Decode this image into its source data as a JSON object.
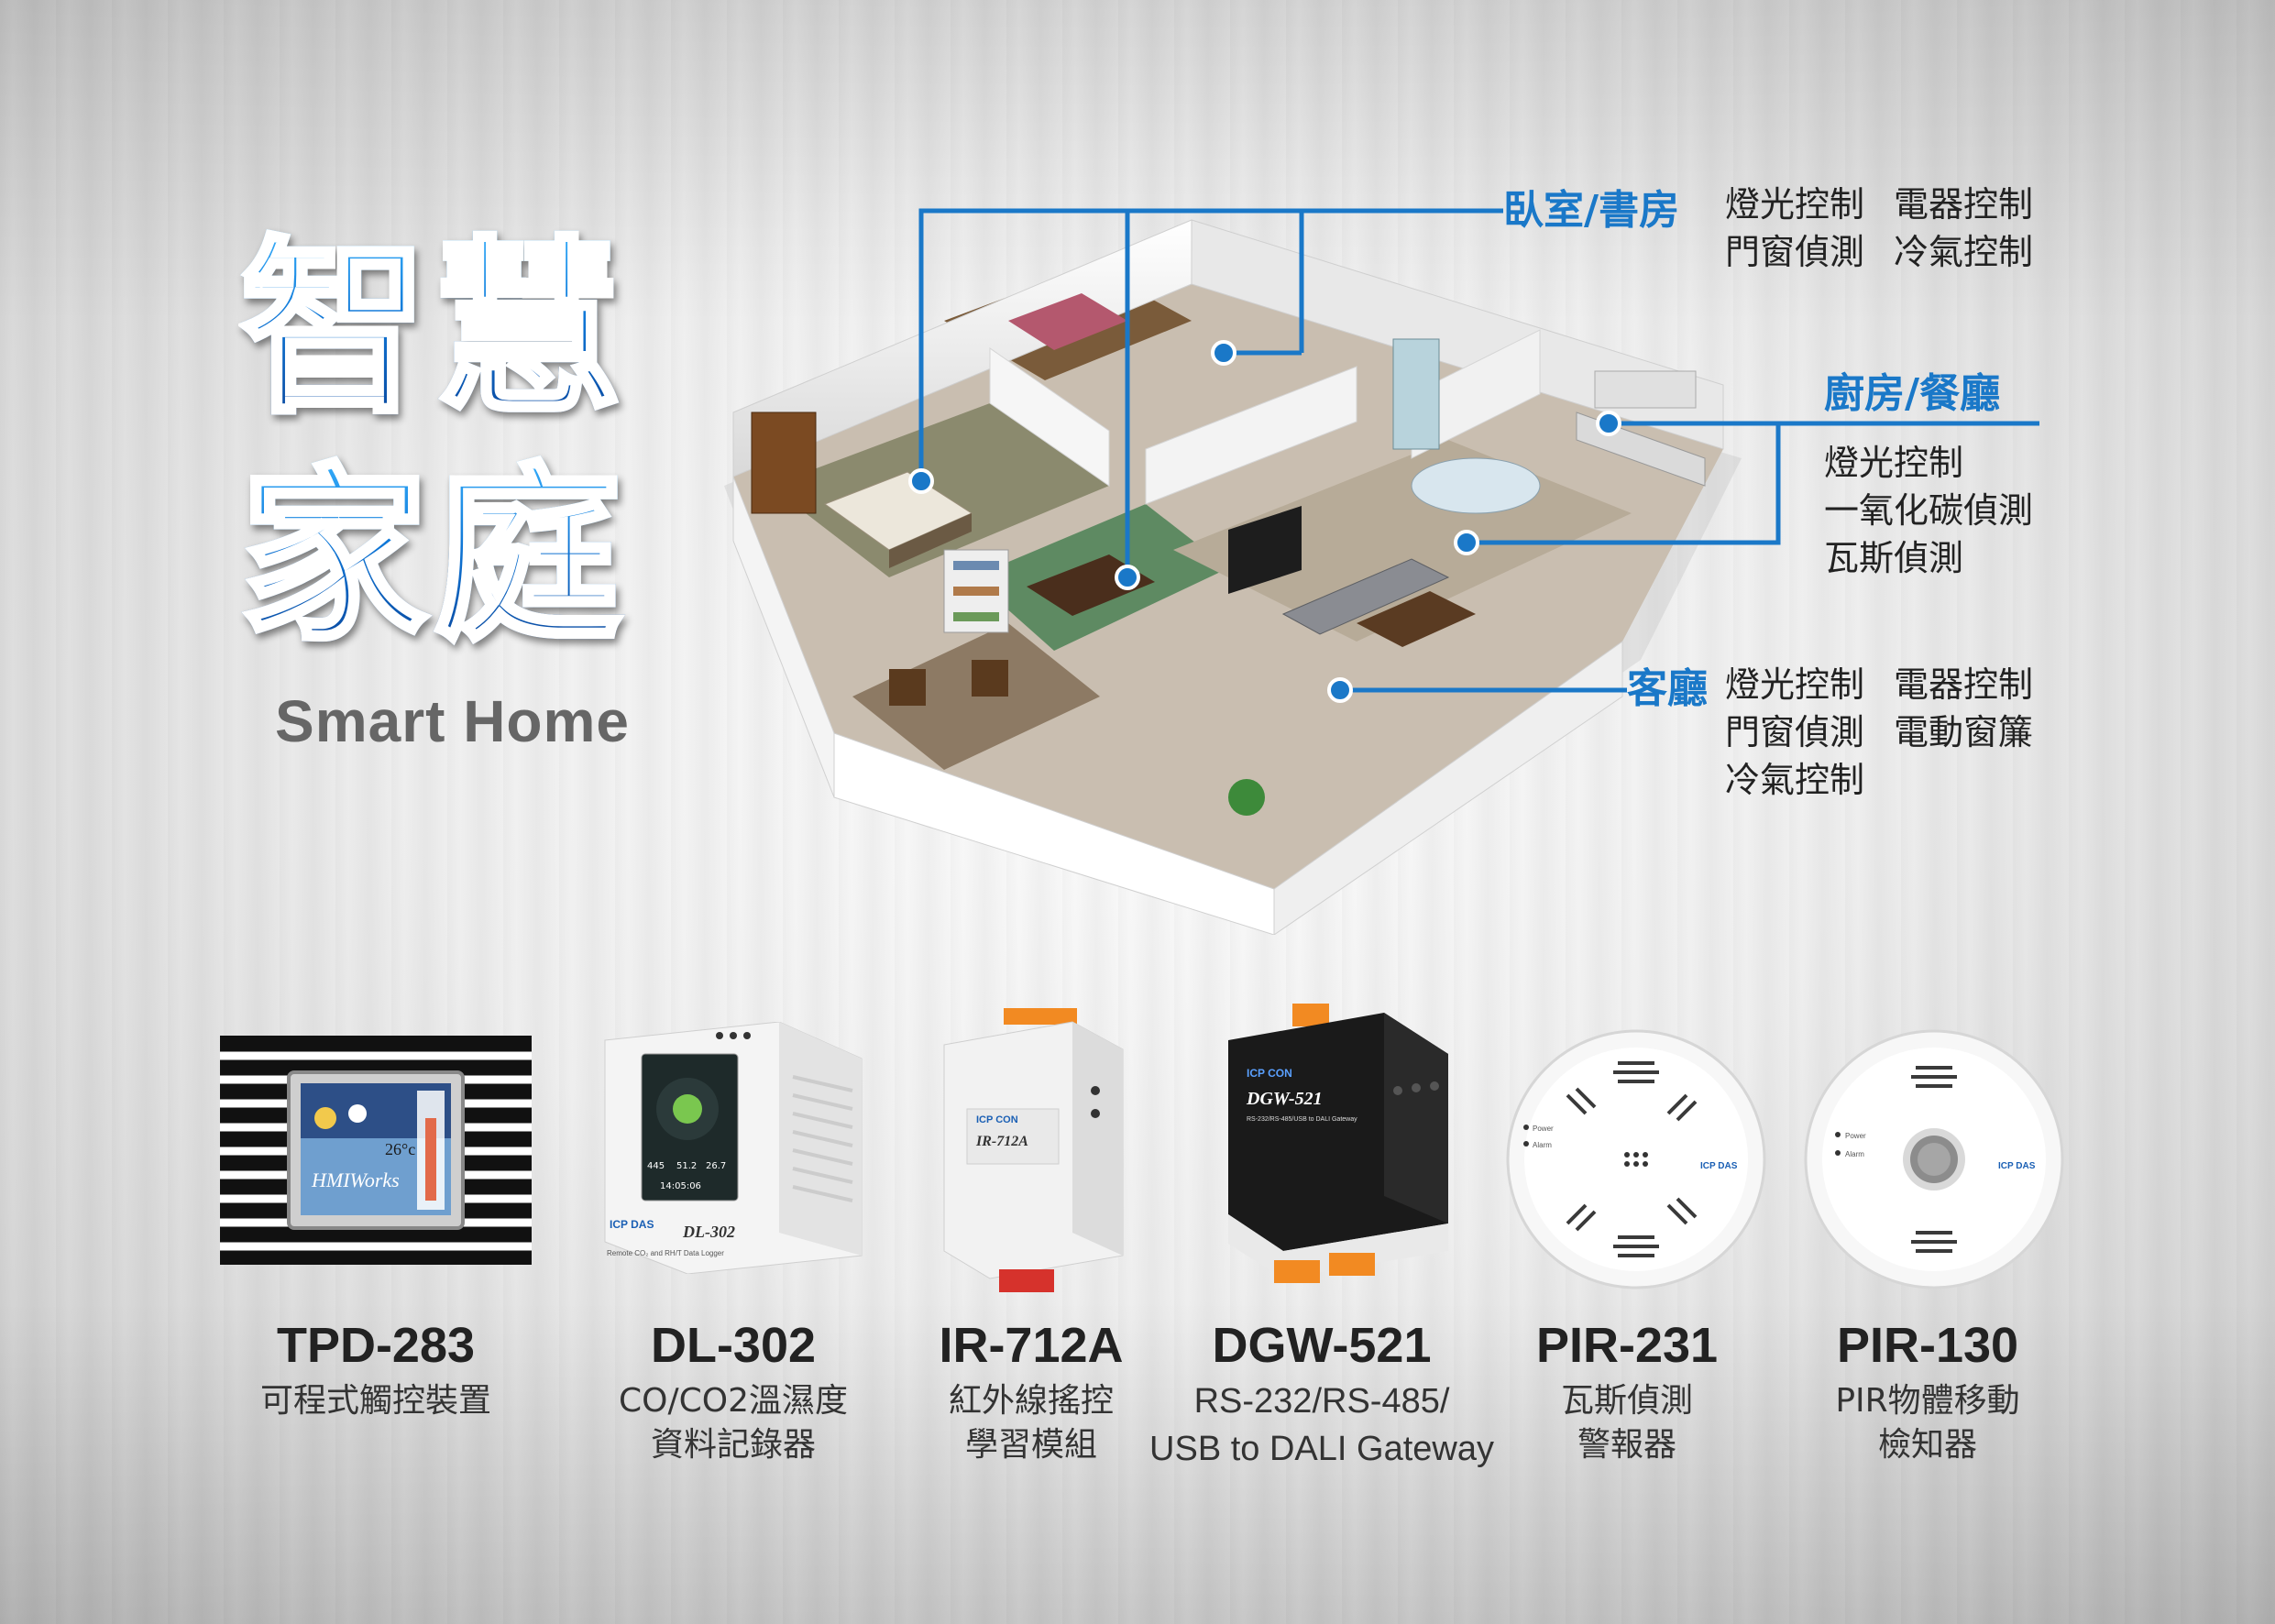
{
  "title": {
    "line1": "智慧",
    "line2": "家庭",
    "subtitle": "Smart Home"
  },
  "zones": [
    {
      "name": "臥室/書房",
      "features": [
        "燈光控制",
        "電器控制",
        "門窗偵測",
        "冷氣控制"
      ]
    },
    {
      "name": "廚房/餐廳",
      "features": [
        "燈光控制",
        "一氧化碳偵測",
        "瓦斯偵測"
      ]
    },
    {
      "name": "客廳",
      "features": [
        "燈光控制",
        "電器控制",
        "門窗偵測",
        "電動窗簾",
        "冷氣控制"
      ]
    }
  ],
  "products": [
    {
      "model": "TPD-283",
      "desc": [
        "可程式觸控裝置"
      ],
      "device_text": {
        "screen": "HMIWorks",
        "temp": "26°c"
      }
    },
    {
      "model": "DL-302",
      "desc": [
        "CO/CO2溫濕度",
        "資料記錄器"
      ],
      "device_text": {
        "brand": "ICP DAS",
        "label": "DL-302",
        "caption": "Remote CO₂ and RH/T Data Logger",
        "readings": [
          "445",
          "51.2",
          "26.7"
        ],
        "time": "14:05:06"
      }
    },
    {
      "model": "IR-712A",
      "desc": [
        "紅外線搖控",
        "學習模組"
      ],
      "device_text": {
        "brand": "ICP CON",
        "label": "IR-712A"
      }
    },
    {
      "model": "DGW-521",
      "desc": [
        "RS-232/RS-485/",
        "USB to DALI Gateway"
      ],
      "device_text": {
        "brand": "ICP CON",
        "label": "DGW-521",
        "caption": "RS-232/RS-485/USB to DALI Gateway"
      }
    },
    {
      "model": "PIR-231",
      "desc": [
        "瓦斯偵測",
        "警報器"
      ],
      "device_text": {
        "brand": "ICP DAS",
        "led1": "Power",
        "led2": "Alarm"
      }
    },
    {
      "model": "PIR-130",
      "desc": [
        "PIR物體移動",
        "檢知器"
      ],
      "device_text": {
        "brand": "ICP DAS",
        "led1": "Power",
        "led2": "Alarm"
      }
    }
  ],
  "colors": {
    "accent": "#1a78c8",
    "title_top": "#3ab4ff",
    "title_bottom": "#0a3f93",
    "line": "#1a78c8"
  }
}
